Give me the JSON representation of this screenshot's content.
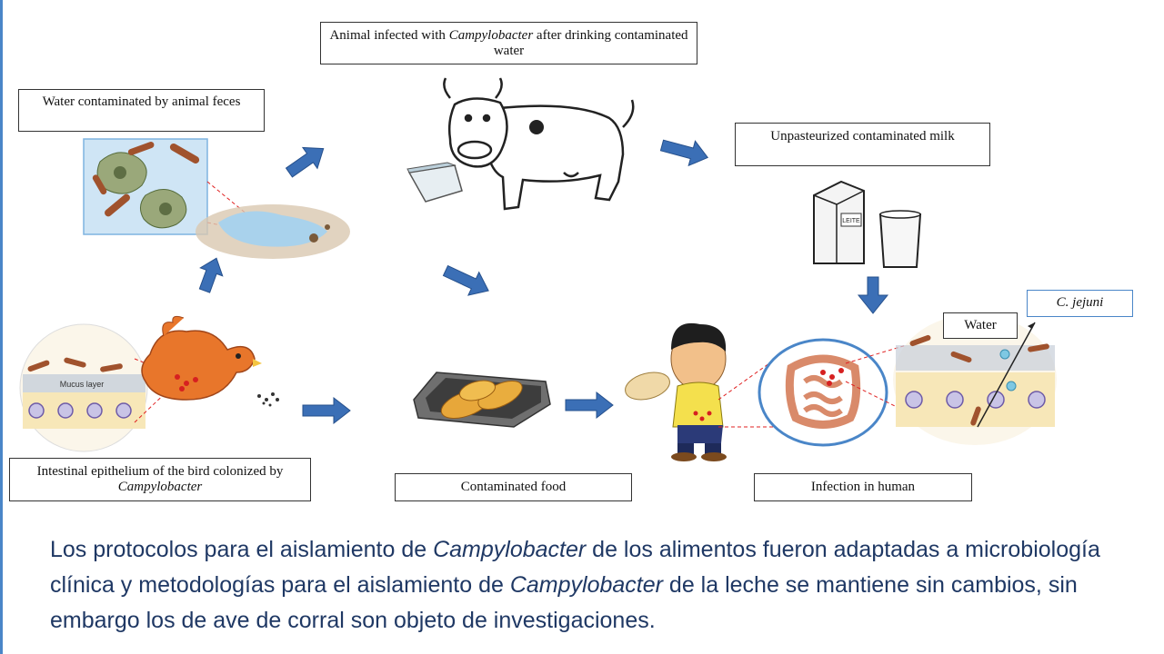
{
  "labels": {
    "water_contaminated": "Water contaminated by animal feces",
    "animal_infected_pre": "Animal infected with ",
    "animal_infected_italic": "Campylobacter",
    "animal_infected_post": " after drinking contaminated water",
    "unpasteurized_milk": "Unpasteurized contaminated milk",
    "intestinal_pre": "Intestinal epithelium of the bird colonized by ",
    "intestinal_italic": "Campylobacter",
    "contaminated_food": "Contaminated food",
    "infection_human": "Infection in human",
    "water_small": "Water",
    "c_jejuni": "C. jejuni",
    "mucus_layer": "Mucus layer",
    "leite": "LEITE"
  },
  "caption": {
    "part1": "Los protocolos para el aislamiento de ",
    "italic1": "Campylobacter",
    "part2": "  de los alimentos fueron adaptadas a microbiología clínica y metodologías para el aislamiento de ",
    "italic2": "Campylobacter",
    "part3": " de la leche se mantiene sin cambios, sin embargo los de ave de corral son objeto de investigaciones."
  },
  "colors": {
    "arrow": "#3b6fb6",
    "caption": "#1f3864",
    "dashed": "#e02020"
  }
}
